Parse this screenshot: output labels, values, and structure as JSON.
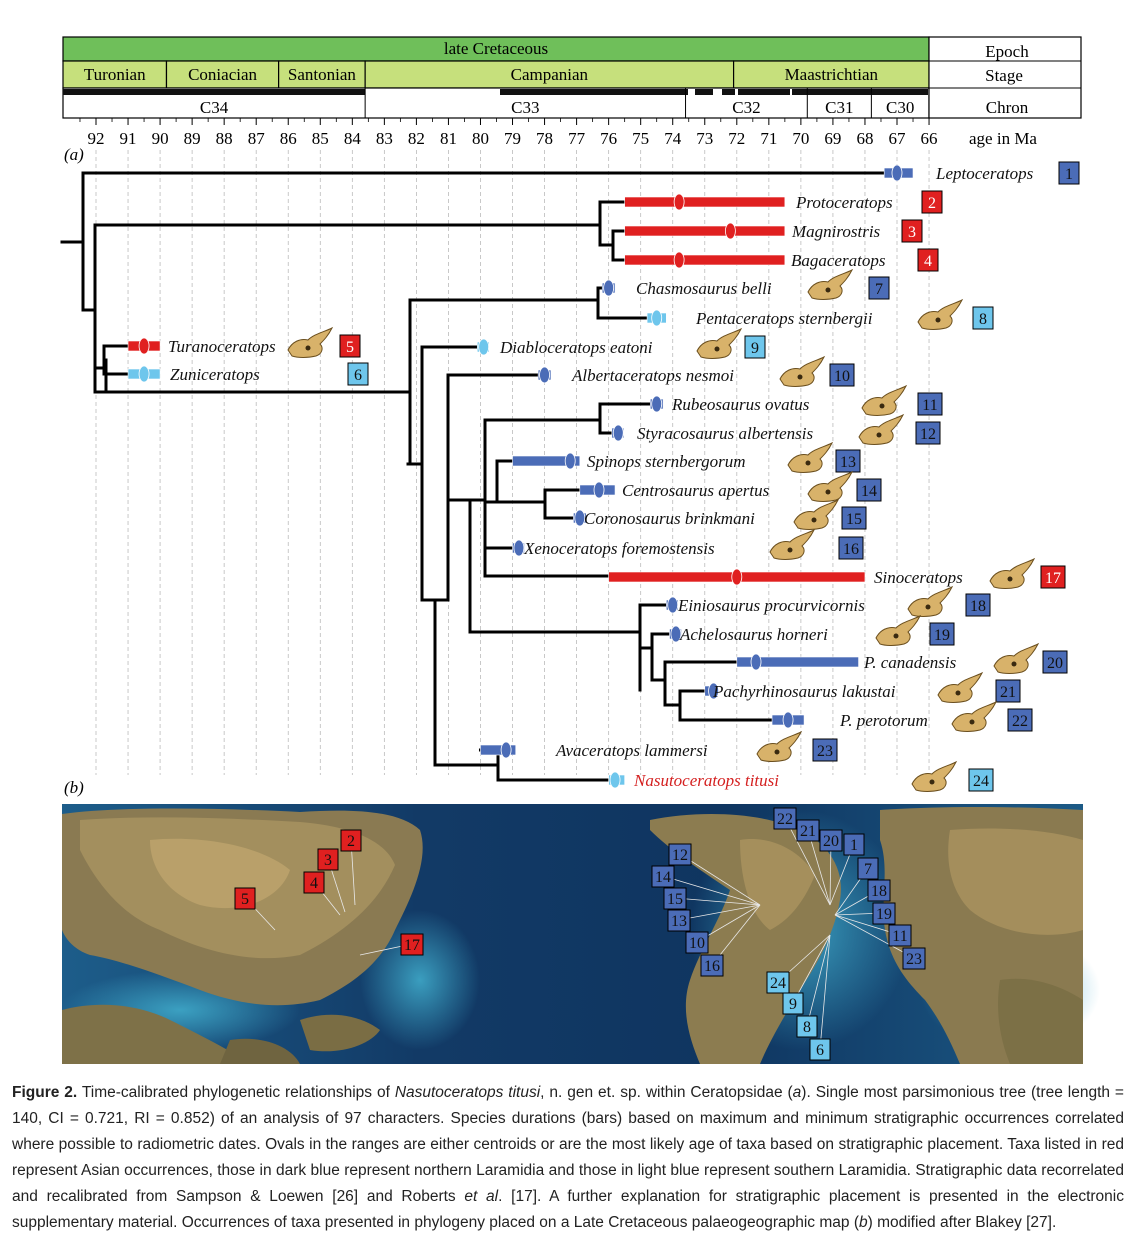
{
  "timescale": {
    "epoch": {
      "label": "late Cretaceous",
      "color": "#6fbf5a"
    },
    "stages": [
      {
        "label": "Turonian",
        "from": 93.5,
        "to": 89.8
      },
      {
        "label": "Coniacian",
        "from": 89.8,
        "to": 86.3
      },
      {
        "label": "Santonian",
        "from": 86.3,
        "to": 83.6
      },
      {
        "label": "Campanian",
        "from": 83.6,
        "to": 72.1
      },
      {
        "label": "Maastrichtian",
        "from": 72.1,
        "to": 66
      }
    ],
    "chrons": [
      {
        "label": "C34",
        "from": 93.5,
        "to": 83.6
      },
      {
        "label": "C33",
        "from": 83.6,
        "to": 73.6
      },
      {
        "label": "C32",
        "from": 73.6,
        "to": 69.8
      },
      {
        "label": "C31",
        "from": 69.8,
        "to": 67.8
      },
      {
        "label": "C30",
        "from": 67.8,
        "to": 66
      }
    ],
    "row_labels": {
      "epoch": "Epoch",
      "stage": "Stage",
      "chron": "Chron"
    },
    "ages": [
      "92",
      "91",
      "90",
      "89",
      "88",
      "87",
      "86",
      "85",
      "84",
      "83",
      "82",
      "81",
      "80",
      "79",
      "78",
      "77",
      "76",
      "75",
      "74",
      "73",
      "72",
      "71",
      "70",
      "69",
      "68",
      "67",
      "66"
    ],
    "age_label": "age in Ma"
  },
  "panel_labels": {
    "a": "(a)",
    "b": "(b)"
  },
  "colors": {
    "asia": "#e02020",
    "north": "#4b6cb7",
    "south": "#6ec6ec",
    "tree": "#000000",
    "skull": "#d8b26a"
  },
  "taxa": [
    {
      "name": "Leptoceratops",
      "num": "1",
      "region": "north",
      "start": 67.4,
      "end": 66.5,
      "mid": 67.0
    },
    {
      "name": "Protoceratops",
      "num": "2",
      "region": "asia",
      "start": 75.5,
      "end": 70.5,
      "mid": 73.8
    },
    {
      "name": "Magnirostris",
      "num": "3",
      "region": "asia",
      "start": 75.5,
      "end": 70.5,
      "mid": 72.2
    },
    {
      "name": "Bagaceratops",
      "num": "4",
      "region": "asia",
      "start": 75.5,
      "end": 70.5,
      "mid": 73.8
    },
    {
      "name": "Chasmosaurus belli",
      "num": "7",
      "region": "north",
      "start": 76.2,
      "end": 75.8,
      "mid": 76.0
    },
    {
      "name": "Pentaceratops sternbergii",
      "num": "8",
      "region": "south",
      "start": 74.8,
      "end": 74.2,
      "mid": 74.5
    },
    {
      "name": "Turanoceratops",
      "num": "5",
      "region": "asia",
      "start": 91.0,
      "end": 90.0,
      "mid": 90.5
    },
    {
      "name": "Zuniceratops",
      "num": "6",
      "region": "south",
      "start": 91.0,
      "end": 90.0,
      "mid": 90.5
    },
    {
      "name": "Diabloceratops eatoni",
      "num": "9",
      "region": "south",
      "start": 80.1,
      "end": 79.8,
      "mid": 79.9
    },
    {
      "name": "Albertaceratops nesmoi",
      "num": "10",
      "region": "north",
      "start": 78.2,
      "end": 77.8,
      "mid": 78.0
    },
    {
      "name": "Rubeosaurus ovatus",
      "num": "11",
      "region": "north",
      "start": 74.7,
      "end": 74.3,
      "mid": 74.5
    },
    {
      "name": "Styracosaurus albertensis",
      "num": "12",
      "region": "north",
      "start": 75.9,
      "end": 75.6,
      "mid": 75.7
    },
    {
      "name": "Spinops sternbergorum",
      "num": "13",
      "region": "north",
      "start": 79.0,
      "end": 76.9,
      "mid": 77.2
    },
    {
      "name": "Centrosaurus apertus",
      "num": "14",
      "region": "north",
      "start": 76.9,
      "end": 75.8,
      "mid": 76.3
    },
    {
      "name": "Coronosaurus brinkmani",
      "num": "15",
      "region": "north",
      "start": 77.1,
      "end": 76.7,
      "mid": 76.9
    },
    {
      "name": "Xenoceratops foremostensis",
      "num": "16",
      "region": "north",
      "start": 79.0,
      "end": 78.7,
      "mid": 78.8
    },
    {
      "name": "Sinoceratops",
      "num": "17",
      "region": "asia",
      "start": 76.0,
      "end": 68.0,
      "mid": 72.0
    },
    {
      "name": "Einiosaurus procurvicornis",
      "num": "18",
      "region": "north",
      "start": 74.2,
      "end": 73.9,
      "mid": 74.0
    },
    {
      "name": "Achelosaurus horneri",
      "num": "19",
      "region": "north",
      "start": 74.1,
      "end": 73.8,
      "mid": 73.9
    },
    {
      "name": "P. canadensis",
      "num": "20",
      "region": "north",
      "start": 72.0,
      "end": 68.2,
      "mid": 71.4
    },
    {
      "name": "Pachyrhinosaurus lakustai",
      "num": "21",
      "region": "north",
      "start": 73.0,
      "end": 72.6,
      "mid": 72.7
    },
    {
      "name": "P. perotorum",
      "num": "22",
      "region": "north",
      "start": 70.9,
      "end": 69.9,
      "mid": 70.4
    },
    {
      "name": "Avaceratops lammersi",
      "num": "23",
      "region": "north",
      "start": 80.0,
      "end": 78.9,
      "mid": 79.2
    },
    {
      "name": "Nasutoceratops titusi",
      "num": "24",
      "region": "south",
      "start": 76.0,
      "end": 75.5,
      "mid": 75.8
    }
  ],
  "map_labels": {
    "asia": [
      "2",
      "3",
      "4",
      "5",
      "17"
    ],
    "north_left": [
      "12",
      "14",
      "15",
      "13",
      "10",
      "16"
    ],
    "north_top": [
      "22",
      "21",
      "20",
      "1"
    ],
    "north_right": [
      "7",
      "18",
      "19",
      "11",
      "23"
    ],
    "south": [
      "24",
      "9",
      "8",
      "6"
    ]
  },
  "caption": {
    "fig": "Figure 2.",
    "p1": " Time-calibrated phylogenetic relationships of ",
    "taxon": "Nasutoceratops titusi",
    "p2": ", n. gen et. sp. within Ceratopsidae (",
    "a": "a",
    "p3": "). Single most parsimonious tree (tree length = 140, CI = 0.721, RI = 0.852) of an analysis of 97 characters. Species durations (bars) based on maximum and minimum stratigraphic occurrences correlated where possible to radiometric dates. Ovals in the ranges are either centroids or are the most likely age of taxa based on stratigraphic placement. Taxa listed in red represent Asian occurrences, those in dark blue represent northern Laramidia and those in light blue represent southern Laramidia. Stratigraphic data recorrelated and recalibrated from Sampson & Loewen [26] and Roberts ",
    "etal": "et al",
    "p4": ". [17]. A further explanation for stratigraphic placement is presented in the electronic supplementary material. Occurrences of taxa presented in phylogeny placed on a Late Cretaceous palaeogeographic map (",
    "b": "b",
    "p5": ") modified after Blakey [27]."
  }
}
